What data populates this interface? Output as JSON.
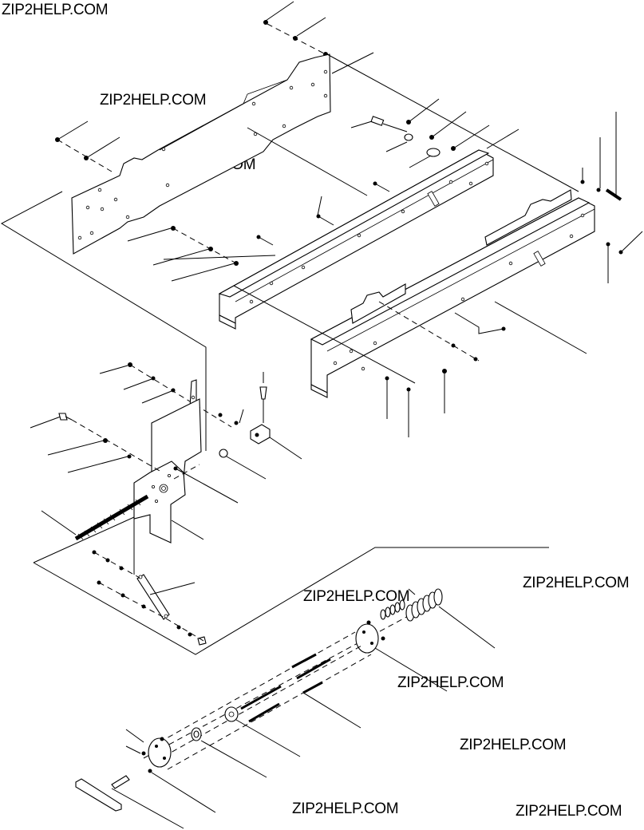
{
  "watermarks": [
    {
      "text": "ZIP2HELP.COM"
    },
    {
      "text": "ZIP2HELP.COM"
    },
    {
      "text": "ZIP2HELP.COM"
    },
    {
      "text": "ZIP2HELP.COM"
    },
    {
      "text": "ZIP2HELP.COM"
    },
    {
      "text": "ZIP2HELP.COM"
    },
    {
      "text": "ZIP2HELP.COM"
    },
    {
      "text": "ZIP2HELP.COM"
    },
    {
      "text": "ZIP2HELP.COM"
    }
  ],
  "colors": {
    "ink": "#000000",
    "paper": "#ffffff"
  }
}
